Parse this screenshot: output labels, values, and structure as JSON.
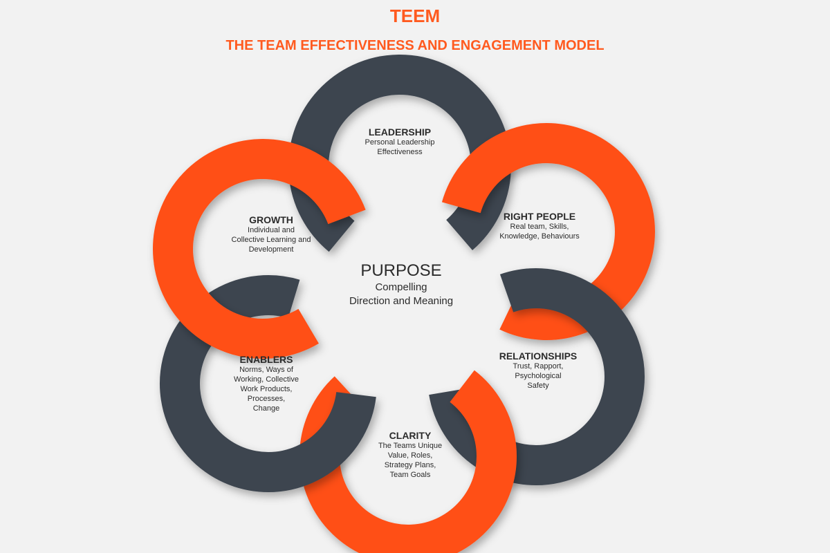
{
  "title": "TEEM",
  "subtitle": "THE TEAM EFFECTIVENESS AND ENGAGEMENT MODEL",
  "center": {
    "heading": "PURPOSE",
    "line1": "Compelling",
    "line2": "Direction and Meaning"
  },
  "segments": [
    {
      "heading": "LEADERSHIP",
      "lines": [
        "Personal Leadership",
        "Effectiveness"
      ],
      "color": "#3d4550"
    },
    {
      "heading": "RIGHT PEOPLE",
      "lines": [
        "Real team, Skills,",
        "Knowledge, Behaviours"
      ],
      "color": "#ff5019"
    },
    {
      "heading": "RELATIONSHIPS",
      "lines": [
        "Trust, Rapport,",
        "Psychological",
        "Safety"
      ],
      "color": "#3d4550"
    },
    {
      "heading": "CLARITY",
      "lines": [
        "The Teams Unique",
        "Value, Roles,",
        "Strategy Plans,",
        "Team Goals"
      ],
      "color": "#ff5019"
    },
    {
      "heading": "ENABLERS",
      "lines": [
        "Norms, Ways of",
        "Working, Collective",
        "Work Products,",
        "Processes,",
        "Change"
      ],
      "color": "#3d4550"
    },
    {
      "heading": "GROWTH",
      "lines": [
        "Individual and",
        "Collective Learning and",
        "Development"
      ],
      "color": "#ff5019"
    }
  ]
}
